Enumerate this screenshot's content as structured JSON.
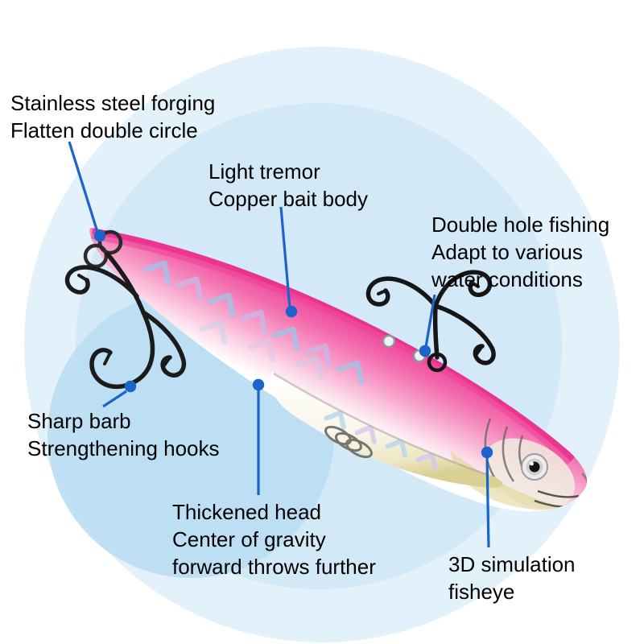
{
  "annotations": [
    {
      "id": "stainless-forging",
      "lines": [
        "Stainless steel forging",
        "Flatten double circle"
      ]
    },
    {
      "id": "light-tremor",
      "lines": [
        "Light tremor",
        "Copper bait body"
      ]
    },
    {
      "id": "double-hole",
      "lines": [
        "Double hole fishing",
        "Adapt to various",
        "water conditions"
      ]
    },
    {
      "id": "sharp-barb",
      "lines": [
        "Sharp barb",
        "Strengthening hooks"
      ]
    },
    {
      "id": "thickened-head",
      "lines": [
        "Thickened head",
        "Center of gravity",
        "forward throws further"
      ]
    },
    {
      "id": "fisheye",
      "lines": [
        "3D simulation",
        "fisheye"
      ]
    }
  ],
  "colors": {
    "marker_blue": "#1d63cc",
    "text_black": "#000000",
    "lure_pink": "#ee3f96",
    "lure_belly_white": "#ffffff",
    "lure_belly_gold": "#d9d094",
    "hook_black": "#1b1b1b",
    "bg_circle_light": "#e3f1fb",
    "bg_circle_mid": "#d3e9f7",
    "bg_circle_deep": "#badef3"
  }
}
